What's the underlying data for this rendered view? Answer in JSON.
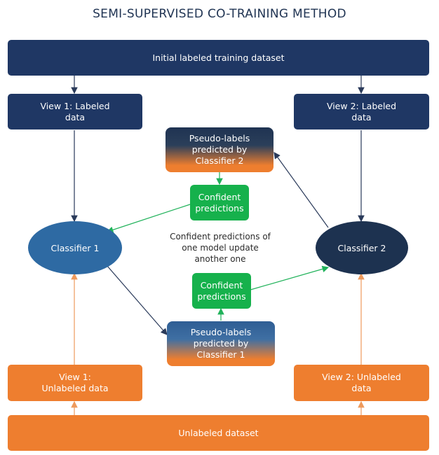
{
  "title": "SEMI-SUPERVISED CO-TRAINING METHOD",
  "boxes": {
    "initial": "Initial labeled training dataset",
    "view1_labeled": "View 1: Labeled data",
    "view2_labeled": "View 2: Labeled data",
    "pseudo2": "Pseudo-labels predicted by Classifier 2",
    "confident_top": "Confident predictions",
    "confident_bottom": "Confident predictions",
    "pseudo1": "Pseudo-labels predicted by Classifier 1",
    "view1_unlabeled": "View 1: Unlabeled data",
    "view2_unlabeled": "View 2: Unlabeled data",
    "unlabeled": "Unlabeled dataset"
  },
  "classifiers": {
    "c1": "Classifier 1",
    "c2": "Classifier 2"
  },
  "center_note": "Confident predictions of one model update another one",
  "colors": {
    "navy": "#1f3764",
    "orange": "#ee7e2f",
    "green": "#16b14c",
    "classifier1": "#2e6aa3",
    "classifier2": "#1d3250"
  }
}
